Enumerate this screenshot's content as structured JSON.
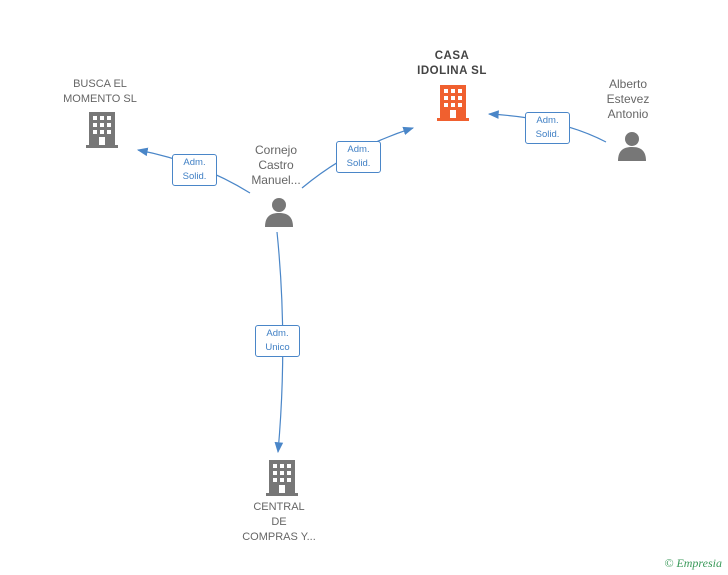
{
  "nodes": {
    "busca": {
      "lines": [
        "BUSCA EL",
        "MOMENTO SL"
      ],
      "kind": "company",
      "color": "#777777"
    },
    "casa": {
      "lines": [
        "CASA",
        "IDOLINA  SL"
      ],
      "kind": "company",
      "color": "#f0602f"
    },
    "alberto": {
      "lines": [
        "Alberto",
        "Estevez",
        "Antonio"
      ],
      "kind": "person",
      "color": "#777777"
    },
    "cornejo": {
      "lines": [
        "Cornejo",
        "Castro",
        "Manuel..."
      ],
      "kind": "person",
      "color": "#777777"
    },
    "central": {
      "lines": [
        "CENTRAL",
        "DE",
        "COMPRAS Y..."
      ],
      "kind": "company",
      "color": "#777777"
    }
  },
  "edges": {
    "cornejo_busca": {
      "label": [
        "Adm.",
        "Solid."
      ]
    },
    "cornejo_casa": {
      "label": [
        "Adm.",
        "Solid."
      ]
    },
    "alberto_casa": {
      "label": [
        "Adm.",
        "Solid."
      ]
    },
    "cornejo_central": {
      "label": [
        "Adm.",
        "Unico"
      ]
    }
  },
  "colors": {
    "edge": "#4a86c8"
  },
  "footer": {
    "copyright": "©",
    "brand": "Empresia"
  }
}
